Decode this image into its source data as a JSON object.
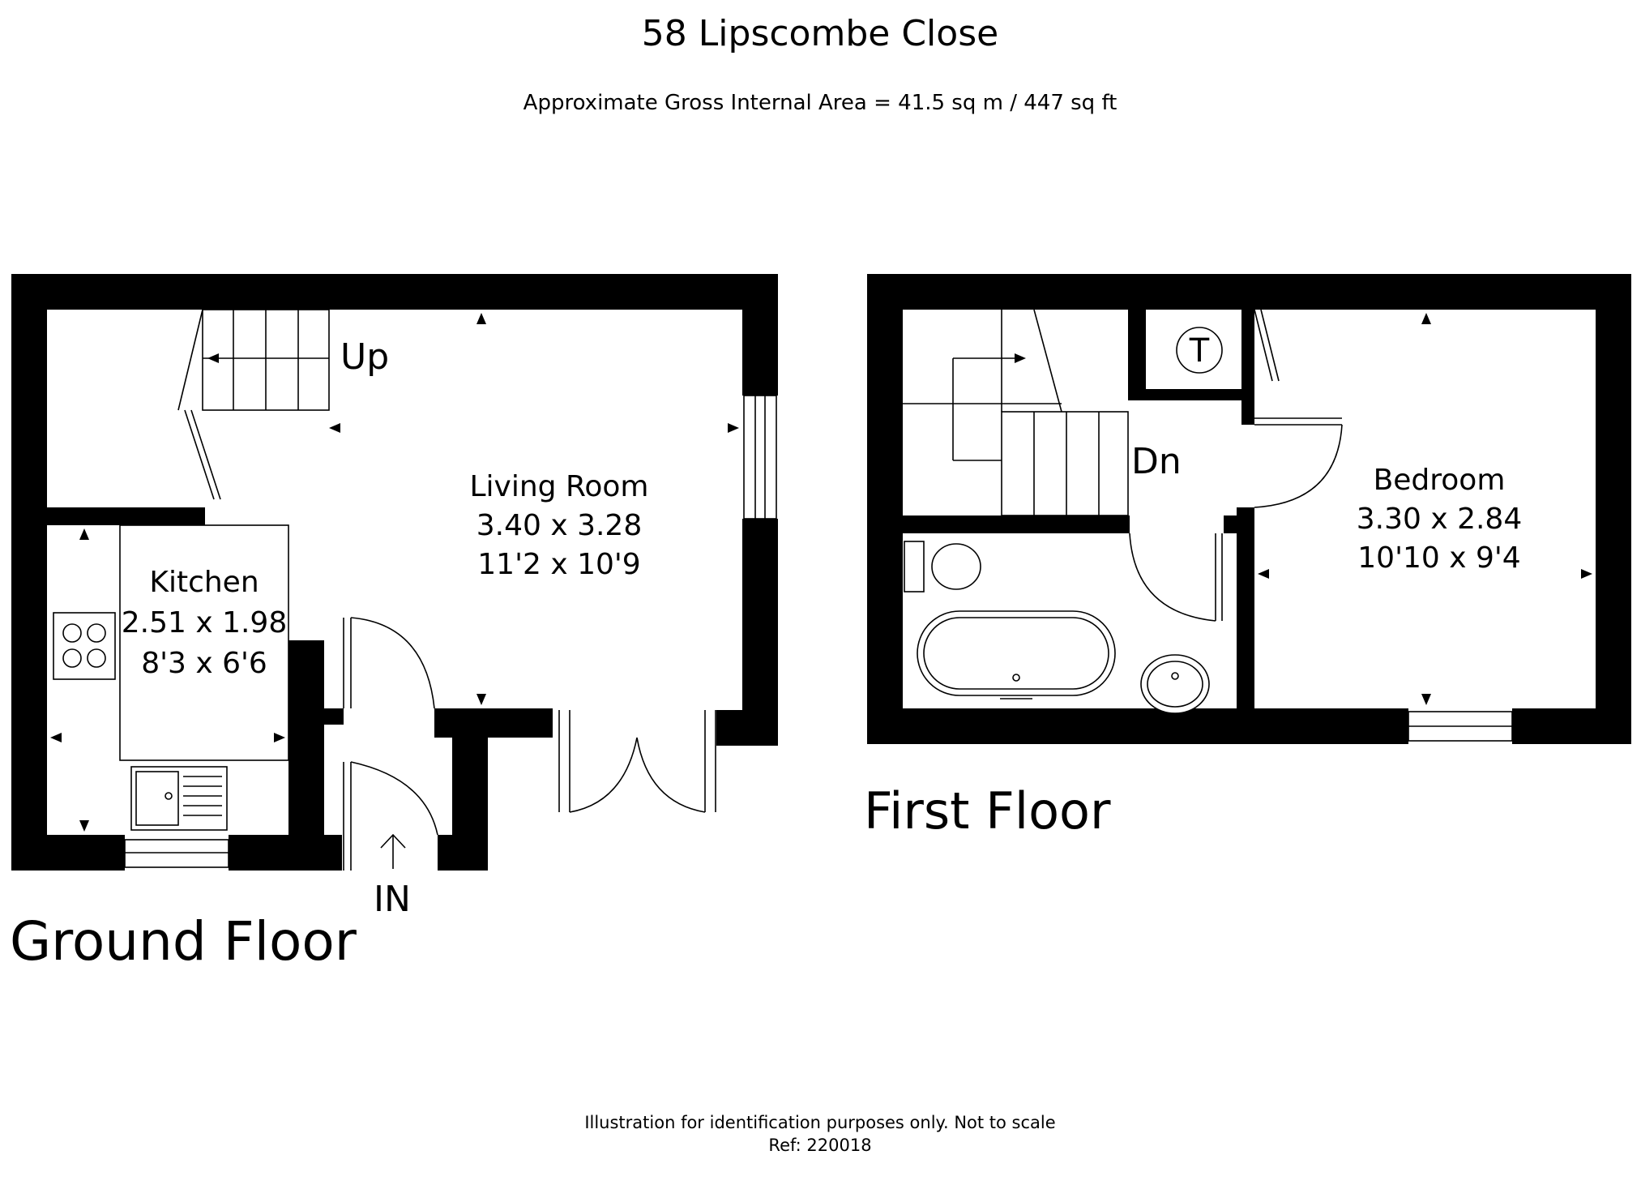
{
  "header": {
    "title": "58 Lipscombe Close",
    "area": "Approximate Gross Internal Area = 41.5 sq m / 447 sq ft"
  },
  "ground_floor": {
    "label": "Ground Floor",
    "entrance": "IN",
    "stairs_label": "Up",
    "living_room": {
      "name": "Living Room",
      "metric": "3.40 x 3.28",
      "imperial": "11'2 x 10'9"
    },
    "kitchen": {
      "name": "Kitchen",
      "metric": "2.51 x 1.98",
      "imperial": "8'3 x 6'6"
    }
  },
  "first_floor": {
    "label": "First Floor",
    "stairs_label": "Dn",
    "cupboard_label": "T",
    "bedroom": {
      "name": "Bedroom",
      "metric": "3.30 x 2.84",
      "imperial": "10'10 x 9'4"
    }
  },
  "footer": {
    "disclaimer": "Illustration for identification purposes only. Not to scale",
    "ref": "Ref: 220018"
  }
}
